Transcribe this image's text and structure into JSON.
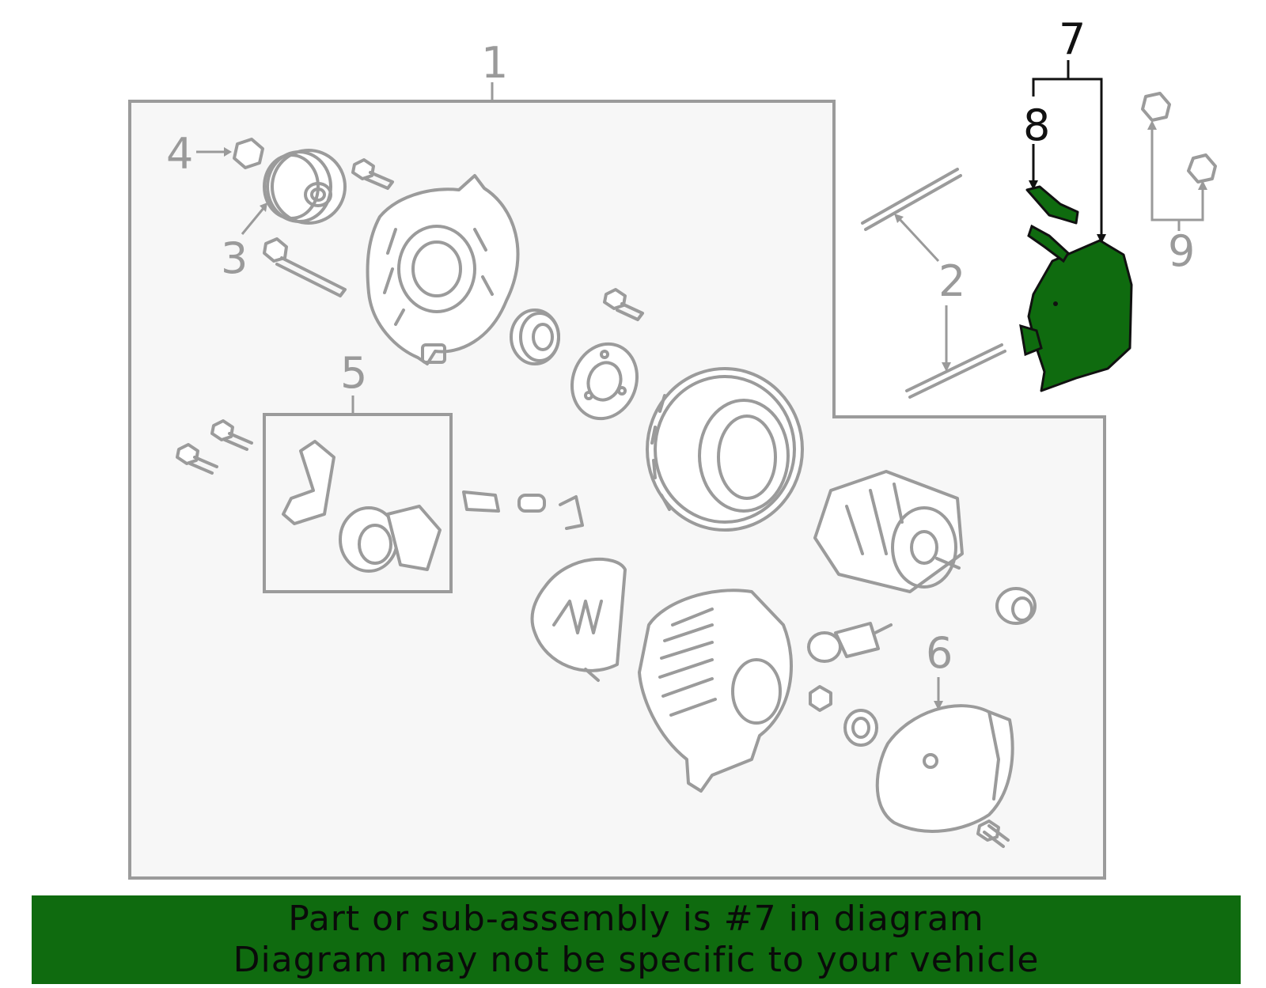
{
  "diagram": {
    "callouts": {
      "c1": "1",
      "c2": "2",
      "c3": "3",
      "c4": "4",
      "c5": "5",
      "c6": "6",
      "c7": "7",
      "c8": "8",
      "c9": "9"
    },
    "highlight_part": "7",
    "highlight_color": "#0f6b0f",
    "line_color": "#9b9b9b",
    "box_fill": "#f7f7f7"
  },
  "banner": {
    "line1": "Part or sub-assembly is #7 in diagram",
    "line2": "Diagram may not be specific to your vehicle",
    "background": "#0f6b0f"
  }
}
